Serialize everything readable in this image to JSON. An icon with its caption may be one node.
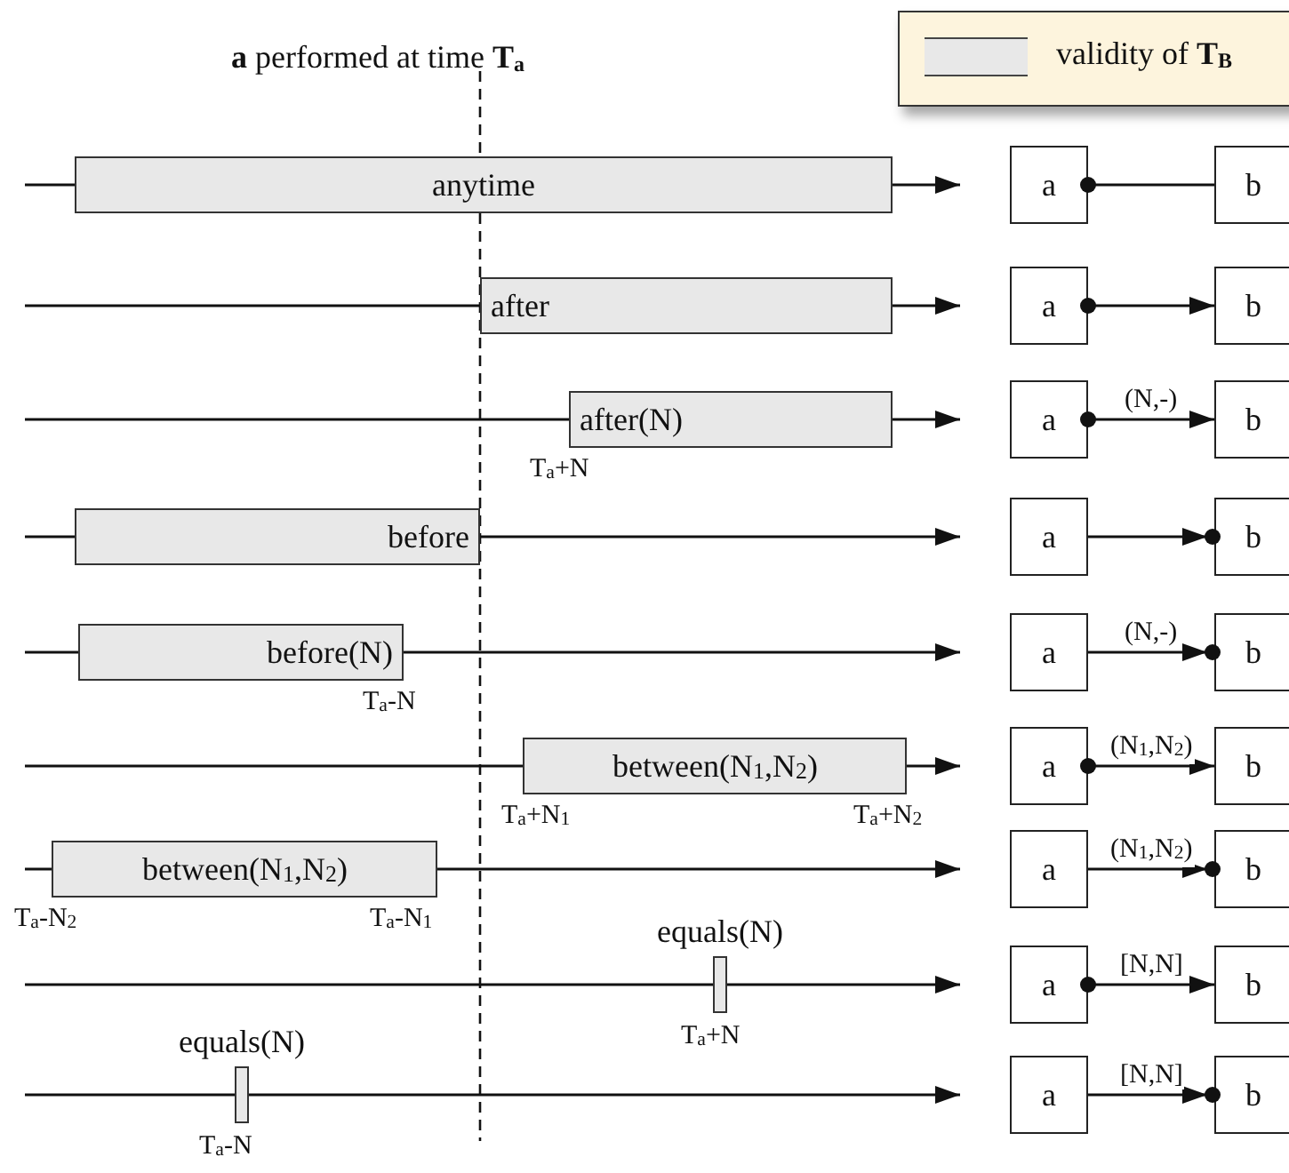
{
  "diagram": {
    "title": "**a** performed at time **T**$_{a}$",
    "nodes": [
      {
        "text": [
          "anytime"
        ]
      },
      {
        "text": [
          "a"
        ]
      },
      {
        "text": [
          "b"
        ]
      },
      {
        "text": [
          "after"
        ]
      },
      {
        "text": [
          "a"
        ]
      },
      {
        "text": [
          "b"
        ]
      },
      {
        "text": [
          "after(N)"
        ],
        "beside": [
          "T$_{a}$+N"
        ]
      },
      {
        "text": [
          "a"
        ]
      },
      {
        "text": [
          "b"
        ]
      },
      {
        "text": [
          "before"
        ]
      },
      {
        "text": [
          "a"
        ]
      },
      {
        "text": [
          "b"
        ]
      },
      {
        "text": [
          "before(N)"
        ],
        "beside": [
          "T$_{a}$-N"
        ]
      },
      {
        "text": [
          "a"
        ]
      },
      {
        "text": [
          "b"
        ]
      },
      {
        "text": [
          "between(N$_{1}$,N$_{2}$)"
        ],
        "beside": [
          "T$_{a}$+N$_{1}$",
          "T$_{a}$+N$_{2}$"
        ]
      },
      {
        "text": [
          "a"
        ]
      },
      {
        "text": [
          "b"
        ]
      },
      {
        "text": [
          "between(N$_{1}$,N$_{2}$)"
        ],
        "beside": [
          "T$_{a}$-N$_{2}$",
          "T$_{a}$-N$_{1}$"
        ]
      },
      {
        "text": [
          "a"
        ]
      },
      {
        "text": [
          "b"
        ]
      },
      {
        "text": [
          "equals(N)"
        ],
        "beside": [
          "T$_{a}$+N"
        ]
      },
      {
        "text": [
          "a"
        ]
      },
      {
        "text": [
          "b"
        ]
      },
      {
        "text": [
          "equals(N)"
        ],
        "beside": [
          "T$_{a}$-N"
        ]
      },
      {
        "text": [
          "a"
        ]
      },
      {
        "text": [
          "b"
        ]
      }
    ],
    "edges": [
      {
        "from": 1,
        "to": 2,
        "arrow": "other"
      },
      {
        "from": 4,
        "to": 5,
        "arrow": "to"
      },
      {
        "from": 7,
        "to": 8,
        "arrow": "to",
        "label": "(N,-)"
      },
      {
        "from": 10,
        "to": 11,
        "arrow": "to"
      },
      {
        "from": 13,
        "to": 14,
        "arrow": "to",
        "label": "(N,-)"
      },
      {
        "from": 16,
        "to": 17,
        "arrow": "to",
        "label": "(N$_{1}$,N$_{2}$)"
      },
      {
        "from": 19,
        "to": 20,
        "arrow": "to",
        "label": "(N$_{1}$,N$_{2}$)"
      },
      {
        "from": 22,
        "to": 23,
        "arrow": "to",
        "label": "[N,N]"
      },
      {
        "from": 25,
        "to": 26,
        "arrow": "to",
        "label": "[N,N]"
      }
    ],
    "legend": [
      {
        "text": "validity of **T**$_{B}$",
        "color": "#e8e8e8"
      }
    ]
  }
}
